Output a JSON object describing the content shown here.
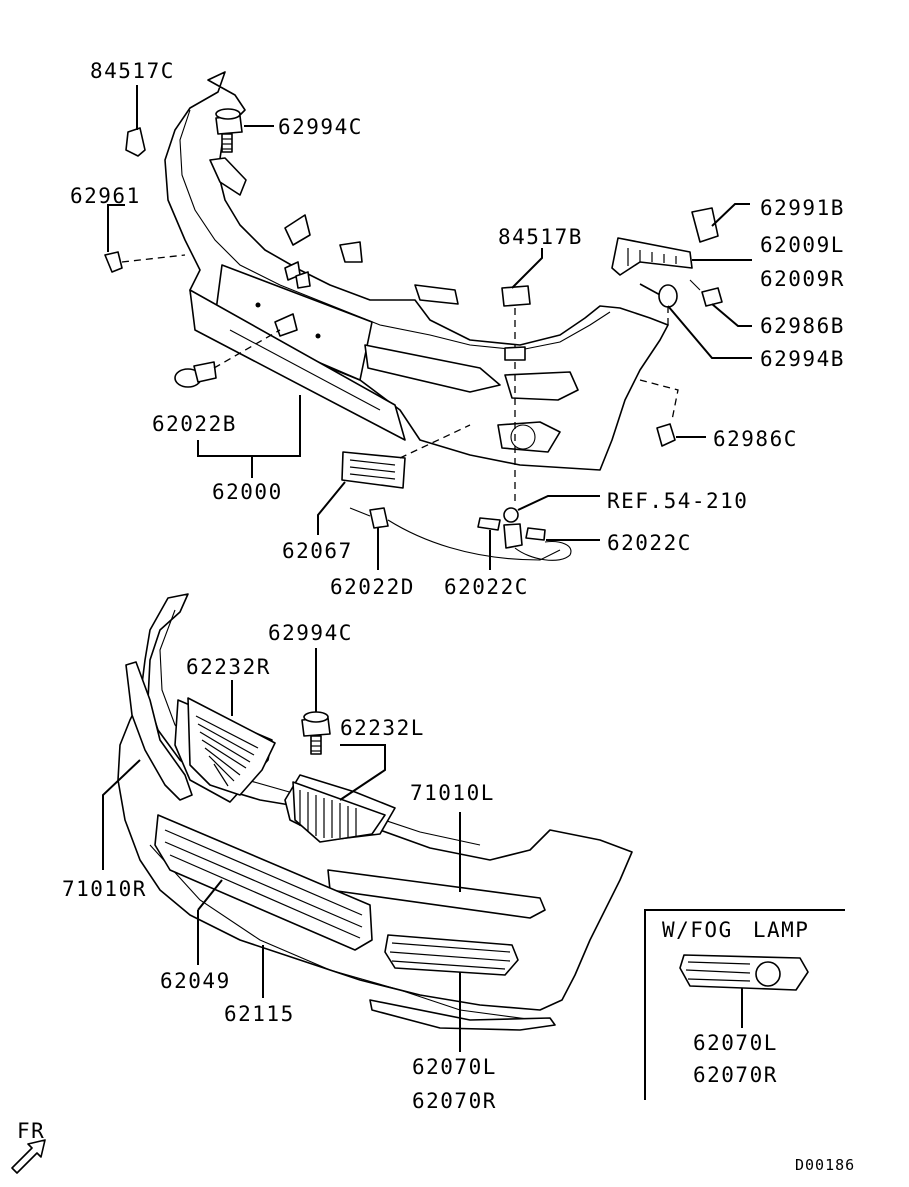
{
  "diagram": {
    "drawing_code": "D00186",
    "direction_label": "FR",
    "inset_title": "W/FOG LAMP",
    "labels": {
      "p84517C": "84517C",
      "p62994C_top": "62994C",
      "p62961": "62961",
      "p84517B": "84517B",
      "p62991B": "62991B",
      "p62009L": "62009L",
      "p62009R": "62009R",
      "p62986B": "62986B",
      "p62994B": "62994B",
      "p62022B": "62022B",
      "p62000": "62000",
      "p62986C": "62986C",
      "pREF": "REF.54-210",
      "p62022C_right": "62022C",
      "p62067": "62067",
      "p62022D": "62022D",
      "p62022C_bottom": "62022C",
      "p62994C_lower": "62994C",
      "p62232R": "62232R",
      "p62232L": "62232L",
      "p71010L": "71010L",
      "p71010R": "71010R",
      "p62049": "62049",
      "p62115": "62115",
      "p62070L_main": "62070L",
      "p62070R_main": "62070R",
      "p62070L_inset": "62070L",
      "p62070R_inset": "62070R"
    }
  }
}
